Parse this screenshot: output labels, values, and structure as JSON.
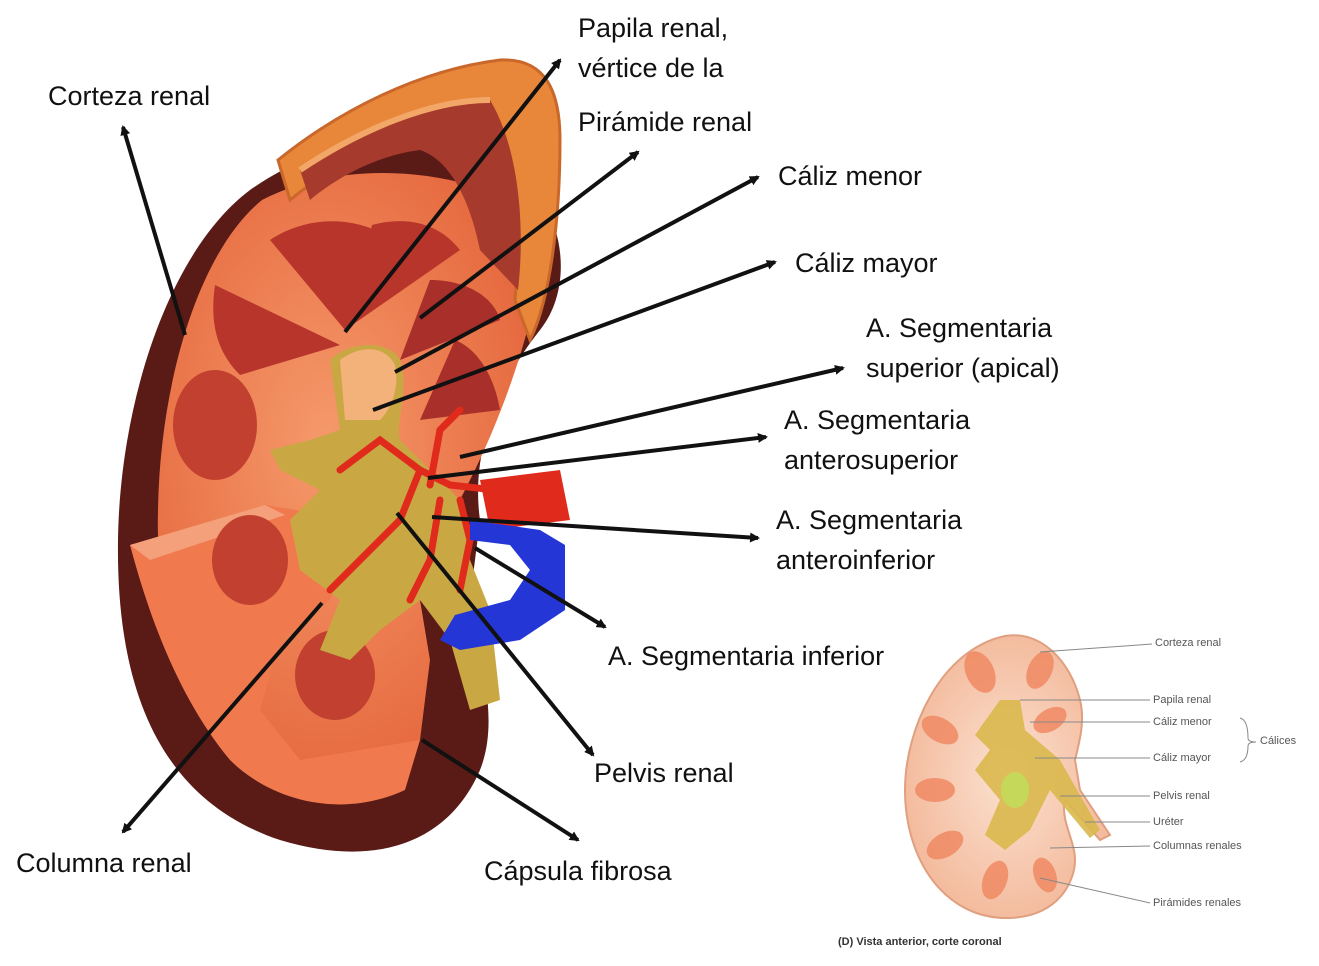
{
  "labels": {
    "corteza": "Corteza renal",
    "papila_1": "Papila renal,",
    "papila_2": "vértice de la",
    "piramide": "Pirámide renal",
    "caliz_menor": "Cáliz menor",
    "caliz_mayor": "Cáliz mayor",
    "seg_sup_1": "A. Segmentaria",
    "seg_sup_2": "superior (apical)",
    "seg_antsup_1": "A. Segmentaria",
    "seg_antsup_2": "anterosuperior",
    "seg_antinf_1": "A. Segmentaria",
    "seg_antinf_2": "anteroinferior",
    "seg_inf": "A. Segmentaria inferior",
    "pelvis": "Pelvis renal",
    "columna": "Columna renal",
    "capsula": "Cápsula fibrosa"
  },
  "inset": {
    "labels": {
      "corteza": "Corteza renal",
      "papila": "Papila renal",
      "caliz_menor": "Cáliz menor",
      "caliz_mayor": "Cáliz mayor",
      "calices": "Cálices",
      "pelvis": "Pelvis renal",
      "ureter": "Uréter",
      "columnas": "Columnas renales",
      "piramides": "Pirámides renales"
    },
    "caption": "(D) Vista anterior, corte coronal"
  },
  "colors": {
    "capsule": "#5a1a16",
    "cortex": "#f07a4e",
    "pyramid": "#b8352c",
    "adrenal": "#e8873a",
    "pelvis": "#c9a844",
    "artery": "#e02a1c",
    "vein": "#2436d6",
    "arrow": "#111111"
  }
}
